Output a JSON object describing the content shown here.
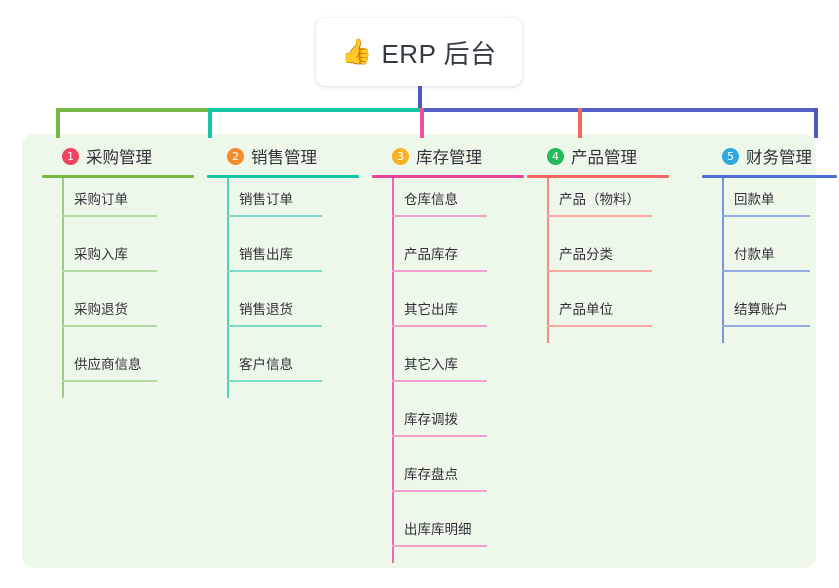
{
  "root": {
    "icon": "thumbs-up-icon",
    "icon_glyph": "👍",
    "title": "ERP 后台"
  },
  "palette": {
    "panel_bg": "#eef8ea",
    "page_bg": "#ffffff",
    "root_stem": "#4b58c0",
    "bus_green": "#76b947",
    "bus_teal": "#16c4a6",
    "bus_blue": "#5560c8"
  },
  "columns": [
    {
      "index": "1",
      "badge_color": "#ef4360",
      "line_color": "#76b947",
      "leaf_line_color": "#b4d9a0",
      "spine_color": "#9ccb84",
      "drop_color": "#76b947",
      "title": "采购管理",
      "leaves": [
        "采购订单",
        "采购入库",
        "采购退货",
        "供应商信息"
      ]
    },
    {
      "index": "2",
      "badge_color": "#f58a2e",
      "line_color": "#16c4a6",
      "leaf_line_color": "#7fd9c9",
      "spine_color": "#4fd0bb",
      "drop_color": "#16c4a6",
      "title": "销售管理",
      "leaves": [
        "销售订单",
        "销售出库",
        "销售退货",
        "客户信息"
      ]
    },
    {
      "index": "3",
      "badge_color": "#f5b222",
      "line_color": "#e8449a",
      "leaf_line_color": "#f0a0cb",
      "spine_color": "#ee68ad",
      "drop_color": "#ef4f9e",
      "title": "库存管理",
      "leaves": [
        "仓库信息",
        "产品库存",
        "其它出库",
        "其它入库",
        "库存调拨",
        "库存盘点",
        "出库库明细"
      ]
    },
    {
      "index": "4",
      "badge_color": "#22ba5b",
      "line_color": "#f4685f",
      "leaf_line_color": "#f8a9a2",
      "spine_color": "#f68c85",
      "drop_color": "#f4685f",
      "title": "产品管理",
      "leaves": [
        "产品（物料）",
        "产品分类",
        "产品单位"
      ]
    },
    {
      "index": "5",
      "badge_color": "#2eaae0",
      "line_color": "#4b6fd4",
      "leaf_line_color": "#94abe2",
      "spine_color": "#7b95dc",
      "drop_color": "#4b58c0",
      "title": "财务管理",
      "leaves": [
        "回款单",
        "付款单",
        "结算账户"
      ]
    }
  ]
}
